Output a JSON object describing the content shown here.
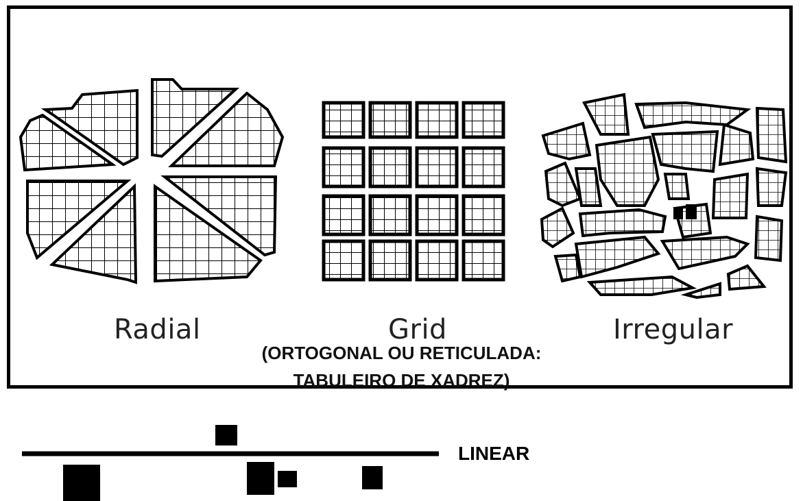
{
  "labels": {
    "radial": "Radial",
    "grid": "Grid",
    "irregular": "Irregular",
    "grid_note_line1": "(ORTOGONAL OU RETICULADA:",
    "grid_note_line2": "TABULEIRO DE XADREZ)",
    "linear": "LINEAR"
  },
  "colors": {
    "ink": "#000000",
    "background": "#ffffff"
  }
}
